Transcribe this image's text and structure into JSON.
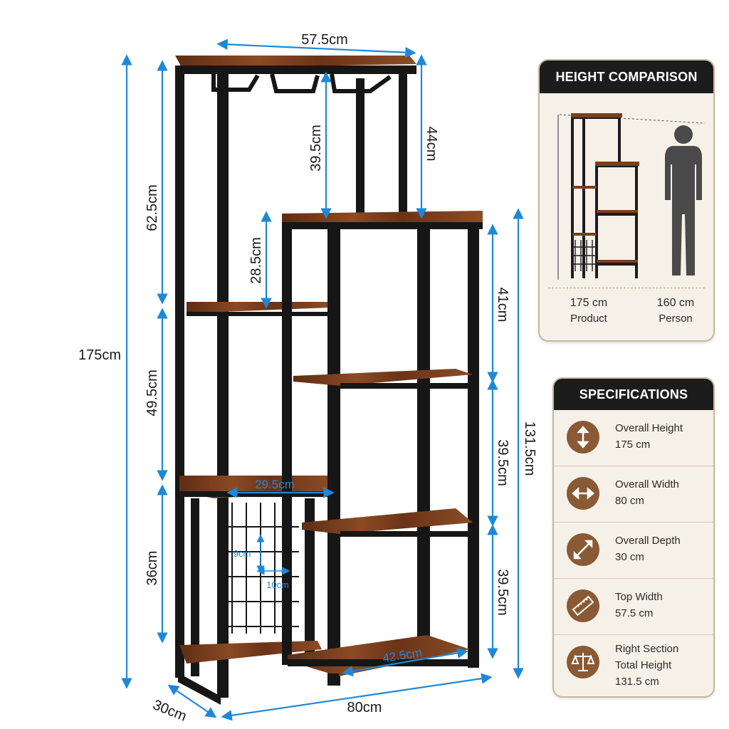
{
  "dimensions": {
    "top_width": "57.5cm",
    "left_upper": "62.5cm",
    "left_middle": "49.5cm",
    "left_lower": "36cm",
    "overall_height": "175cm",
    "glass_rack": "39.5cm",
    "top_right": "44cm",
    "side_gap": "28.5cm",
    "right_a": "41cm",
    "right_b": "39.5cm",
    "right_c": "39.5cm",
    "right_total": "131.5cm",
    "small_shelf": "29.5cm",
    "grid_h": "9cm",
    "grid_w": "10cm",
    "bottom_shelf": "42.5cm",
    "depth": "30cm",
    "overall_width": "80cm"
  },
  "height_comparison": {
    "title": "HEIGHT COMPARISON",
    "product_value": "175 cm",
    "product_label": "Product",
    "person_value": "160 cm",
    "person_label": "Person"
  },
  "specifications": {
    "title": "SPECIFICATIONS",
    "items": [
      {
        "icon": "vertical-arrows-icon",
        "line1": "Overall Height",
        "line2": "175 cm",
        "line3": ""
      },
      {
        "icon": "horizontal-arrows-icon",
        "line1": "Overall Width",
        "line2": "80 cm",
        "line3": ""
      },
      {
        "icon": "diagonal-arrows-icon",
        "line1": "Overall Depth",
        "line2": "30 cm",
        "line3": ""
      },
      {
        "icon": "ruler-icon",
        "line1": "Top Width",
        "line2": "57.5 cm",
        "line3": ""
      },
      {
        "icon": "scale-icon",
        "line1": "Right Section",
        "line2": "Total Height",
        "line3": "131.5 cm"
      }
    ]
  },
  "colors": {
    "dimension_line": "#1e88d6",
    "frame": "#161616",
    "wood": "#7a3e1c",
    "panel_bg": "#f6f1e8",
    "icon_bg": "#8a5a34"
  }
}
